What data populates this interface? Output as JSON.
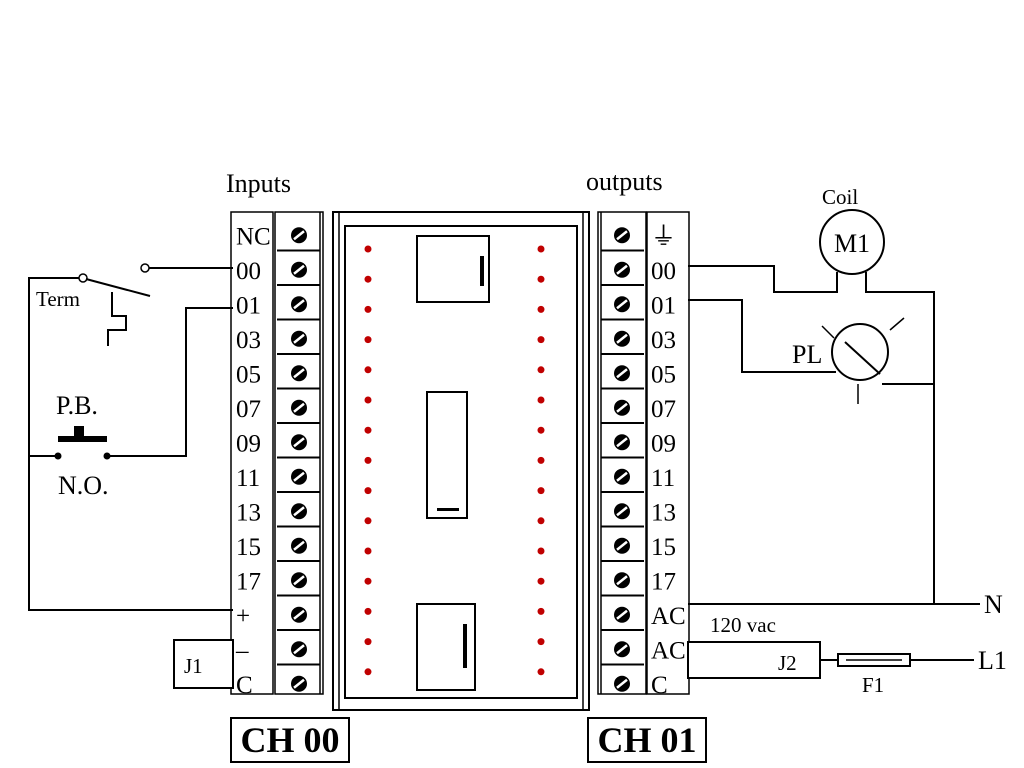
{
  "headers": {
    "inputs": "Inputs",
    "outputs": "outputs"
  },
  "input_terminals": [
    "NC",
    "00",
    "01",
    "03",
    "05",
    "07",
    "09",
    "11",
    "13",
    "15",
    "17",
    "+",
    "–",
    "C"
  ],
  "output_terminals": [
    "⏚",
    "00",
    "01",
    "03",
    "05",
    "07",
    "09",
    "11",
    "13",
    "15",
    "17",
    "AC",
    "AC",
    "C"
  ],
  "channels": {
    "input": "CH 00",
    "output": "CH 01"
  },
  "left_devices": {
    "term_label": "Term",
    "pb_label": "P.B.",
    "no_label": "N.O.",
    "j1_label": "J1"
  },
  "right_devices": {
    "coil_label": "Coil",
    "m1_label": "M1",
    "pl_label": "PL",
    "n_label": "N",
    "voltage_label": "120 vac",
    "j2_label": "J2",
    "f1_label": "F1",
    "l1_label": "L1"
  }
}
